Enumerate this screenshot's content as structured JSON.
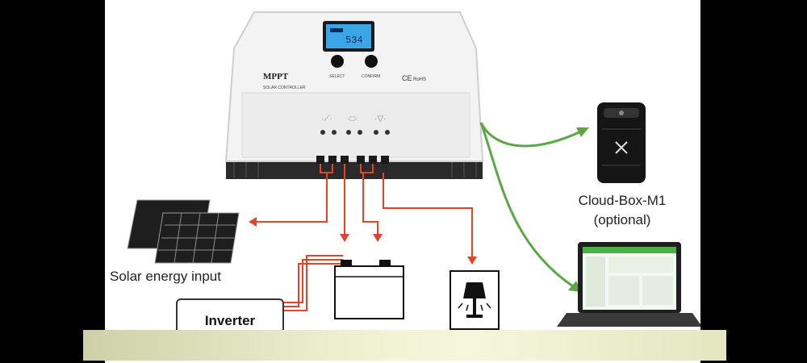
{
  "controller": {
    "title": "MPPT",
    "subtitle": "SOLAR CONTROLLER",
    "lcd_value": "534",
    "select_label": "SELECT",
    "confirm_label": "CONFIRM",
    "cert_mark": "CE",
    "cert_extra": "RoHS"
  },
  "labels": {
    "solar": "Solar energy input",
    "cloud_name": "Cloud-Box-M1",
    "cloud_note": "(optional)",
    "inverter": "Inverter"
  },
  "colors": {
    "wire_red": "#e0452a",
    "link_green": "#5aa845",
    "lcd_blue": "#3aa6e8"
  }
}
